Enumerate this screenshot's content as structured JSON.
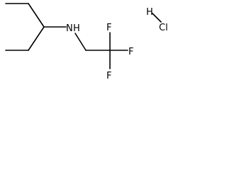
{
  "molecule": {
    "atoms": {
      "n": "N",
      "h_amine": "H",
      "f1": "F",
      "f2": "F",
      "f3": "F",
      "h_salt": "H",
      "cl": "Cl"
    }
  },
  "colors": {
    "bond": "#000000",
    "label": "#000000"
  }
}
